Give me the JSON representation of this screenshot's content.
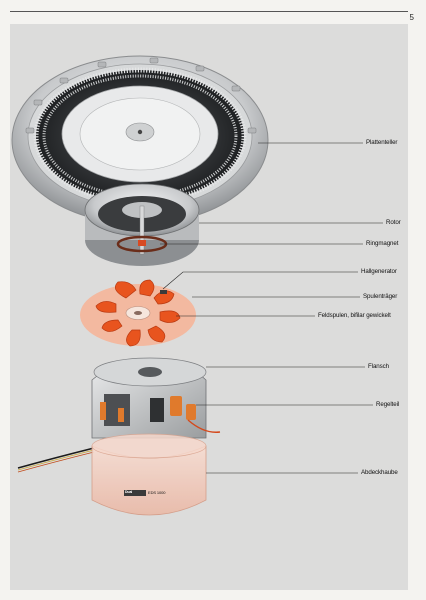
{
  "page": {
    "number": "5"
  },
  "callouts": {
    "plattenteller": "Plattenteller",
    "rotor": "Rotor",
    "ringmagnet": "Ringmagnet",
    "hallgenerator": "Hallgenerator",
    "spulentraeger": "Spulenträger",
    "feldspulen": "Feldspulen, bifilar gewickelt",
    "flansch": "Flansch",
    "regelteil": "Regelteil",
    "abdeckhaube": "Abdeckhaube"
  },
  "product_label": {
    "logo": "Dual",
    "model": "EDS 1000"
  },
  "colors": {
    "panel": "#dcdcdb",
    "coil_orange": "#e8541e",
    "metal": "#c9cbcc",
    "cover_pink": "#f1cfc2",
    "leader_line": "#222222"
  }
}
